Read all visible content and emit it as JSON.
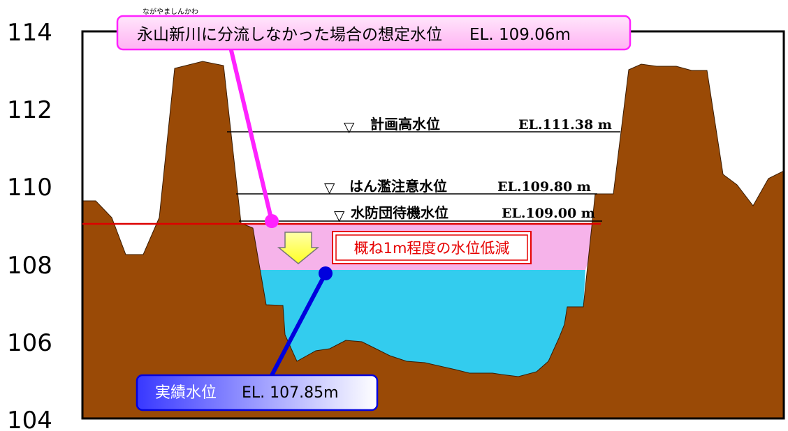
{
  "y_axis": {
    "ticks": [
      "114",
      "112",
      "110",
      "108",
      "106",
      "104"
    ],
    "range": [
      104,
      114
    ]
  },
  "water_levels": [
    {
      "name": "計画高水位",
      "value": "EL.111.38 m",
      "elevation": 111.38
    },
    {
      "name": "はん濫注意水位",
      "value": "EL.109.80 m",
      "elevation": 109.8
    },
    {
      "name": "水防団待機水位",
      "value": "EL.109.00 m",
      "elevation": 109.0
    }
  ],
  "level_marker": "▽",
  "assumed_callout": {
    "ruby": "ながやましんかわ",
    "text": "永山新川に分流しなかった場合の想定水位",
    "value": "EL. 109.06m",
    "elevation": 109.06
  },
  "actual_callout": {
    "text": "実績水位",
    "value": "EL. 107.85m",
    "elevation": 107.85
  },
  "reduction_label": "概ね1m程度の水位低減",
  "colors": {
    "ground": "#9a4a06",
    "water_actual": "#33ccee",
    "water_assumed": "#f6b3ea",
    "assumed_line": "#dd0000",
    "callout_magenta": "#ff22ff",
    "callout_blue": "#0000dd",
    "arrow_yellow": "#ffff44"
  }
}
